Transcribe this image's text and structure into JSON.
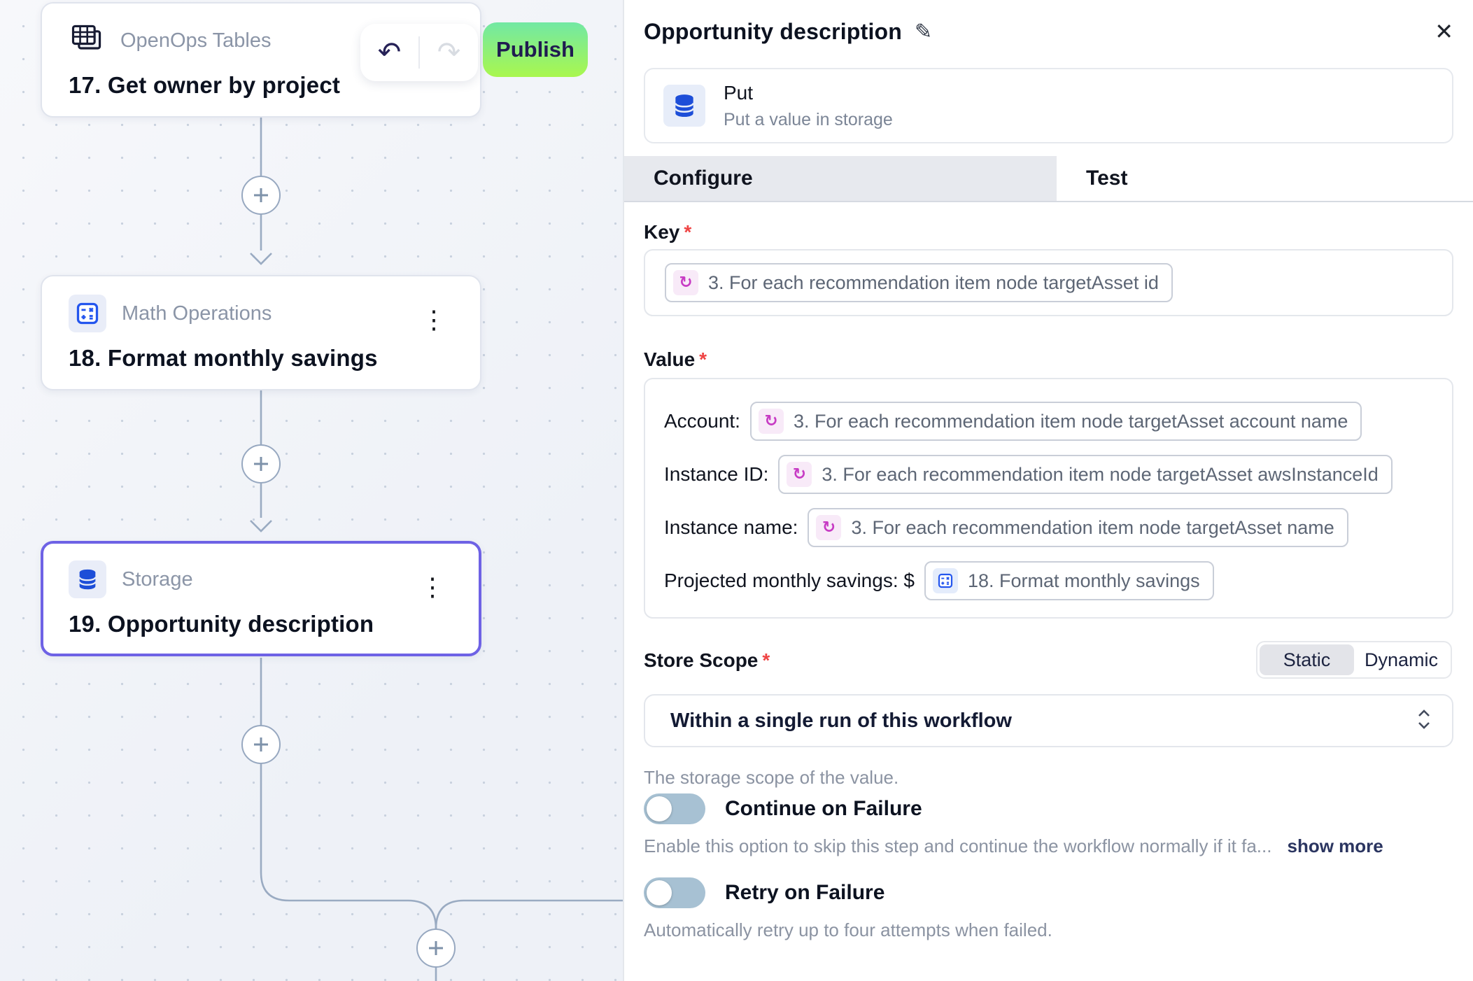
{
  "canvas": {
    "publish_label": "Publish",
    "nodes": [
      {
        "app": "OpenOps Tables",
        "title": "17. Get owner by project"
      },
      {
        "app": "Math Operations",
        "title": "18. Format monthly savings"
      },
      {
        "app": "Storage",
        "title": "19. Opportunity description"
      }
    ]
  },
  "panel": {
    "title": "Opportunity description",
    "required_marker": "*",
    "action": {
      "name": "Put",
      "description": "Put a value in storage"
    },
    "tabs": [
      {
        "label": "Configure"
      },
      {
        "label": "Test"
      }
    ],
    "key": {
      "label": "Key",
      "chip": "3. For each recommendation item node targetAsset id"
    },
    "value": {
      "label": "Value",
      "rows": [
        {
          "label": "Account:",
          "chip": "3. For each recommendation item node targetAsset account name"
        },
        {
          "label": "Instance ID:",
          "chip": "3. For each recommendation item node targetAsset awsInstanceId"
        },
        {
          "label": "Instance name:",
          "chip": "3. For each recommendation item node targetAsset name"
        },
        {
          "label": "Projected monthly savings: $",
          "chip": "18. Format monthly savings"
        }
      ]
    },
    "store_scope": {
      "label": "Store Scope",
      "options": [
        "Static",
        "Dynamic"
      ],
      "selected_option": "Static",
      "value": "Within a single run of this workflow",
      "helper": "The storage scope of the value."
    },
    "continue_on_failure": {
      "label": "Continue on Failure",
      "helper": "Enable this option to skip this step and continue the workflow normally if it fa...",
      "show_more": "show more",
      "enabled": false
    },
    "retry_on_failure": {
      "label": "Retry on Failure",
      "helper": "Automatically retry up to four attempts when failed.",
      "enabled": false
    }
  },
  "colors": {
    "accent_selected_node": "#6e62e5",
    "publish_gradient_top": "#72e8a4",
    "publish_gradient_bottom": "#a9f74e",
    "connector": "#9aabc2",
    "storage_icon_blue": "#1d4ed8",
    "math_icon_blue": "#2456ee",
    "loop_chip_pink": "#c73bc4",
    "toggle_off_track": "#a7c1d3",
    "required_red": "#ef4444"
  }
}
